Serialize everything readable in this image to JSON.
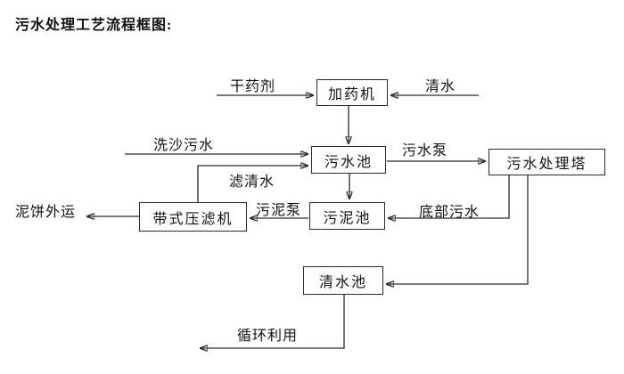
{
  "title": "污水处理工艺流程框图:",
  "nodes": {
    "dosing_machine": {
      "label": "加药机"
    },
    "sewage_pool": {
      "label": "污水池"
    },
    "treatment_tower": {
      "label": "污水处理塔"
    },
    "belt_filter_press": {
      "label": "带式压滤机"
    },
    "sludge_pool": {
      "label": "污泥池"
    },
    "clean_water_pool": {
      "label": "清水池"
    }
  },
  "flow_labels": {
    "dry_chemical": "干药剂",
    "clean_water": "清水",
    "sand_washing_sewage": "洗沙污水",
    "filtered_water": "滤清水",
    "sewage_pump": "污水泵",
    "sludge_pump": "污泥泵",
    "mud_cake_out": "泥饼外运",
    "bottom_sewage": "底部污水",
    "recycle_reuse": "循环利用"
  },
  "edges": [
    {
      "label": "干药剂",
      "to": "加药机"
    },
    {
      "label": "清水",
      "to": "加药机"
    },
    {
      "from": "加药机",
      "to": "污水池"
    },
    {
      "label": "洗沙污水",
      "to": "污水池"
    },
    {
      "from": "带式压滤机",
      "to": "污水池",
      "label": "滤清水"
    },
    {
      "from": "污水池",
      "to": "污水处理塔",
      "label": "污水泵"
    },
    {
      "from": "污水池",
      "to": "污泥池"
    },
    {
      "from": "污水处理塔",
      "to": "污泥池",
      "label": "底部污水"
    },
    {
      "from": "污泥池",
      "to": "带式压滤机",
      "label": "污泥泵"
    },
    {
      "from": "带式压滤机",
      "label": "泥饼外运"
    },
    {
      "from": "污水处理塔",
      "to": "清水池"
    },
    {
      "from": "清水池",
      "label": "循环利用"
    }
  ],
  "colors": {
    "line": "#2b2b2b",
    "text": "#111111",
    "background": "#ffffff"
  }
}
